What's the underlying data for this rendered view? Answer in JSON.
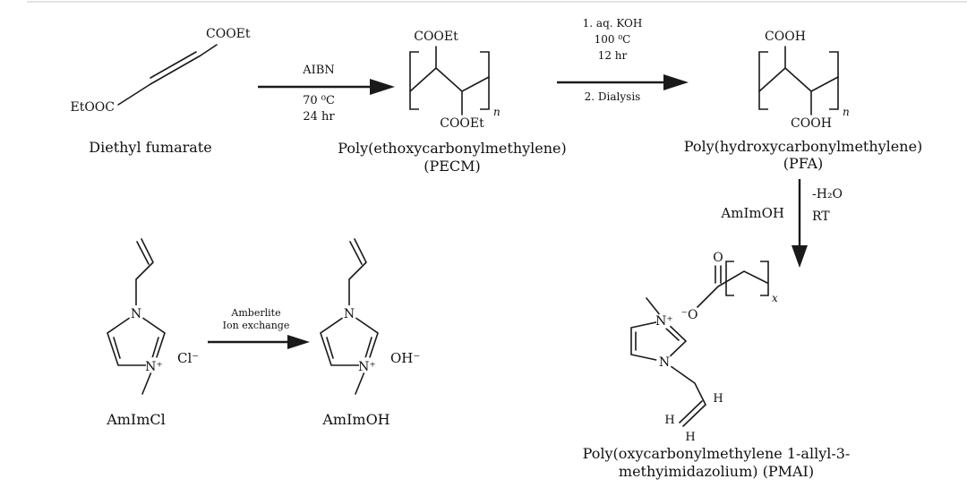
{
  "scheme": {
    "row1": {
      "diethyl_fumarate": {
        "cooet_top": "COOEt",
        "etooc_bottom": "EtOOC",
        "caption": "Diethyl fumarate"
      },
      "arrow1": {
        "above": "AIBN",
        "below_line1": "70 ⁰C",
        "below_line2": "24 hr"
      },
      "pecm": {
        "cooet_top": "COOEt",
        "cooet_bottom": "COOEt",
        "repeat_sub": "n",
        "caption_line1": "Poly(ethoxycarbonylmethylene)",
        "caption_line2": "(PECM)"
      },
      "arrow2": {
        "above_line1": "1. aq. KOH",
        "above_line2": "100 ⁰C",
        "above_line3": "12 hr",
        "below_line1": "2. Dialysis"
      },
      "pfa": {
        "cooh_top": "COOH",
        "cooh_bottom": "COOH",
        "repeat_sub": "n",
        "caption_line1": "Poly(hydroxycarbonylmethylene)",
        "caption_line2": "(PFA)"
      }
    },
    "vertical_arrow": {
      "left": "AmImOH",
      "right_line1": "-H₂O",
      "right_line2": "RT"
    },
    "row2": {
      "amimcl": {
        "n_top": "N",
        "n_bottom": "N⁺",
        "counterion": "Cl⁻",
        "caption": "AmImCl"
      },
      "arrow3": {
        "above_line1": "Amberlite",
        "above_line2": "Ion exchange"
      },
      "amimoh": {
        "n_top": "N",
        "n_bottom": "N⁺",
        "counterion": "OH⁻",
        "caption": "AmImOH"
      },
      "pmai": {
        "carbonyl_o": "O",
        "carboxylate_o": "⁻O",
        "n_plus": "N⁺",
        "n_allyl": "N",
        "repeat_sub": "x",
        "h1": "H",
        "h2": "H",
        "h3": "H",
        "caption_line1": "Poly(oxycarbonylmethylene 1-allyl-3-",
        "caption_line2": "methyimidazolium) (PMAI)"
      }
    }
  }
}
